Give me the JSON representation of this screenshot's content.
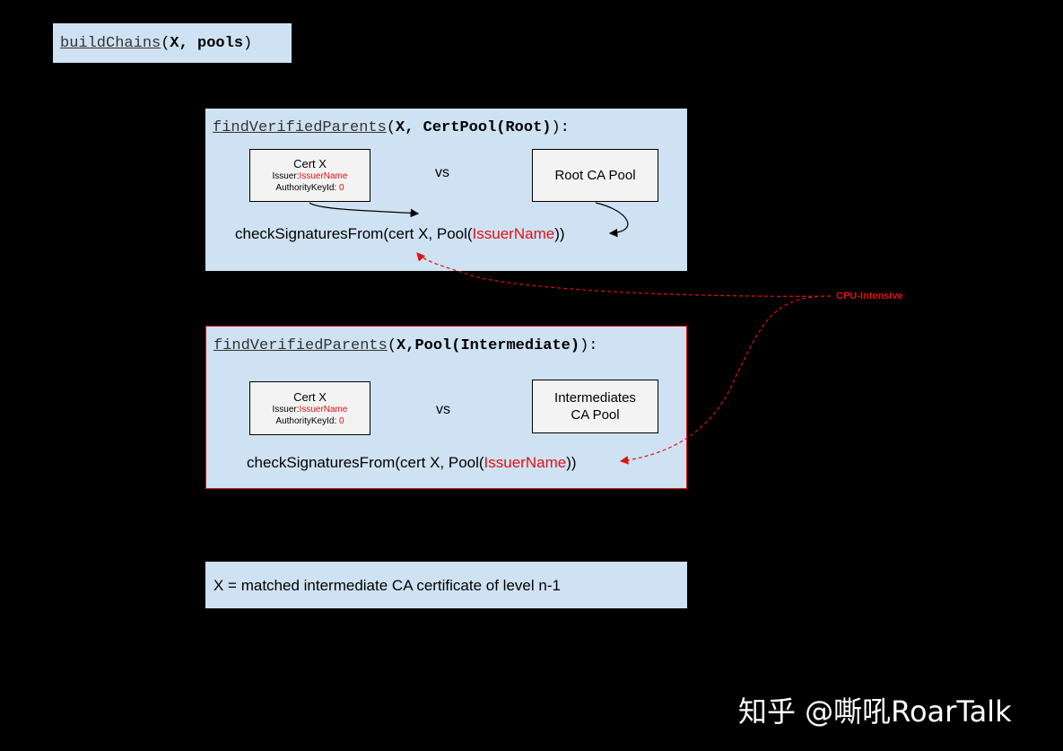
{
  "build_chains": {
    "fn": "buildChains",
    "open": "(",
    "args": "X, pools",
    "close": ")"
  },
  "root_panel": {
    "fn": "findVerifiedParents",
    "open": "(",
    "args": "X, CertPool(Root)",
    "close": "):",
    "cert": {
      "title": "Cert X",
      "issuer_prefix": "Issuer:",
      "issuer_name": "IssuerName",
      "akid_prefix": "AuthorityKeyId: ",
      "akid_value": "0"
    },
    "vs": "vs",
    "pool_lines": [
      "Root CA Pool"
    ],
    "check_prefix": "checkSignaturesFrom(cert X, Pool(",
    "check_name": "IssuerName",
    "check_suffix": "))"
  },
  "intermediate_panel": {
    "fn": "findVerifiedParents",
    "open": "(",
    "args": "X,Pool(Intermediate)",
    "close": "):",
    "cert": {
      "title": "Cert X",
      "issuer_prefix": "Issuer:",
      "issuer_name": "IssuerName",
      "akid_prefix": "AuthorityKeyId: ",
      "akid_value": "0"
    },
    "vs": "vs",
    "pool_lines": [
      "Intermediates",
      "CA Pool"
    ],
    "check_prefix": "checkSignaturesFrom(cert X, Pool(",
    "check_name": "IssuerName",
    "check_suffix": "))"
  },
  "cpu_label": "CPU-Intensive",
  "definition": "X = matched intermediate CA certificate of level n-1",
  "watermark": "知乎 @嘶吼RoarTalk",
  "colors": {
    "panel": "#cfe2f3",
    "box": "#f3f3f3",
    "accent_red": "#e01010",
    "background": "#000000"
  }
}
